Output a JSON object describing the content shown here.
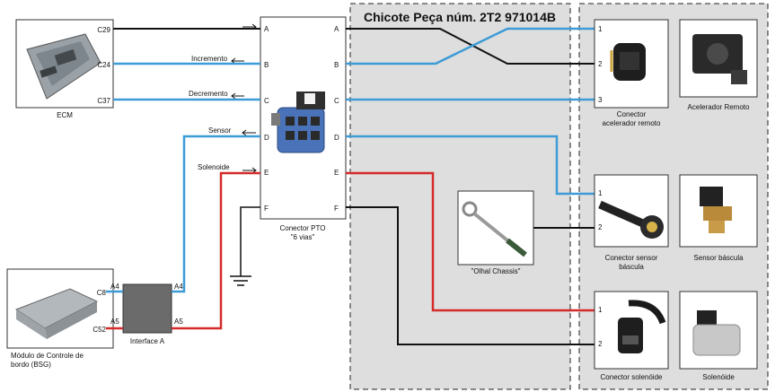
{
  "title": "Chicote Peça núm. 2T2 971014B",
  "ecm": {
    "label": "ECM",
    "pins": [
      "C29",
      "C24",
      "C37"
    ]
  },
  "bsg": {
    "label_line1": "Módulo de Controle de",
    "label_line2": "bordo (BSG)",
    "pins": [
      "C8",
      "C52"
    ]
  },
  "interface": {
    "label": "Interface A",
    "pins_left": [
      "A4",
      "A5"
    ],
    "pins_right": [
      "A4",
      "A5"
    ]
  },
  "signals": {
    "incremento": "Incremento",
    "decremento": "Decremento",
    "sensor": "Sensor",
    "solenoide": "Solenoide"
  },
  "pto": {
    "label_line1": "Conector PTO",
    "label_line2": "\"6 vias\"",
    "pins": [
      "A",
      "B",
      "C",
      "D",
      "E",
      "F"
    ]
  },
  "chassis": {
    "label": "\"Olhal Chassis\""
  },
  "connectors": {
    "remote": {
      "line1": "Conector",
      "line2": "acelerador remoto",
      "pins": [
        "1",
        "2",
        "3"
      ]
    },
    "sensor": {
      "line1": "Conector sensor",
      "line2": "báscula",
      "pins": [
        "1",
        "2"
      ]
    },
    "solenoid": {
      "line1": "Conector solenóide",
      "pins": [
        "1",
        "2"
      ]
    }
  },
  "devices": {
    "remote": "Acelerador Remoto",
    "sensor": "Sensor báscula",
    "solenoid": "Solenóide"
  },
  "colors": {
    "blue": "#3d9bd6",
    "red": "#d42a2a",
    "black": "#111111",
    "panel": "#dedede"
  }
}
